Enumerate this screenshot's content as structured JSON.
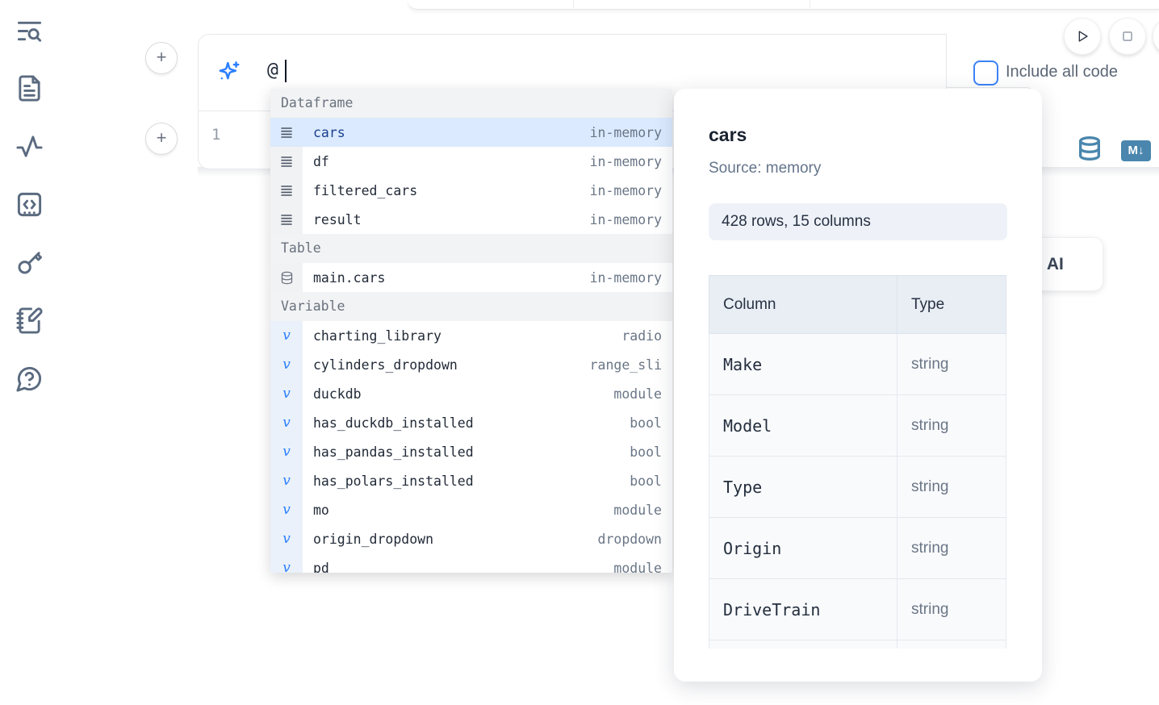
{
  "sidebar": {
    "items": [
      {
        "icon": "list-search-icon"
      },
      {
        "icon": "file-document-icon"
      },
      {
        "icon": "activity-icon"
      },
      {
        "icon": "code-snippets-icon"
      },
      {
        "icon": "key-icon"
      },
      {
        "icon": "scratchpad-icon"
      },
      {
        "icon": "help-chat-icon"
      }
    ]
  },
  "run_controls": {
    "buttons": [
      "run",
      "stop"
    ]
  },
  "ai_prompt": {
    "value": "@",
    "include_all_code_label": "Include all code"
  },
  "code_cell": {
    "line_number": "1",
    "markdown_badge": "M↓"
  },
  "generate_ai_button": {
    "visible_label": "h AI"
  },
  "autocomplete": {
    "variable_icon_glyph": "v",
    "selected_item": "cars",
    "sections": [
      {
        "label": "Dataframe",
        "items": [
          {
            "name": "cars",
            "type": "in-memory"
          },
          {
            "name": "df",
            "type": "in-memory"
          },
          {
            "name": "filtered_cars",
            "type": "in-memory"
          },
          {
            "name": "result",
            "type": "in-memory"
          }
        ]
      },
      {
        "label": "Table",
        "items": [
          {
            "name": "main.cars",
            "type": "in-memory"
          }
        ]
      },
      {
        "label": "Variable",
        "items": [
          {
            "name": "charting_library",
            "type": "radio"
          },
          {
            "name": "cylinders_dropdown",
            "type": "range_sli"
          },
          {
            "name": "duckdb",
            "type": "module"
          },
          {
            "name": "has_duckdb_installed",
            "type": "bool"
          },
          {
            "name": "has_pandas_installed",
            "type": "bool"
          },
          {
            "name": "has_polars_installed",
            "type": "bool"
          },
          {
            "name": "mo",
            "type": "module"
          },
          {
            "name": "origin_dropdown",
            "type": "dropdown"
          },
          {
            "name": "pd",
            "type": "module"
          }
        ]
      }
    ]
  },
  "preview_panel": {
    "title": "cars",
    "source": "Source: memory",
    "shape_badge": "428 rows, 15 columns",
    "table": {
      "headers": [
        "Column",
        "Type"
      ],
      "rows": [
        [
          "Make",
          "string"
        ],
        [
          "Model",
          "string"
        ],
        [
          "Type",
          "string"
        ],
        [
          "Origin",
          "string"
        ],
        [
          "DriveTrain",
          "string"
        ]
      ]
    }
  },
  "colors": {
    "accent_blue": "#2b7fff",
    "steel_blue": "#4a86ad",
    "selection_bg": "#dbeafe",
    "selection_text": "#1b3f8f",
    "checkbox_border": "#3b82f6"
  }
}
